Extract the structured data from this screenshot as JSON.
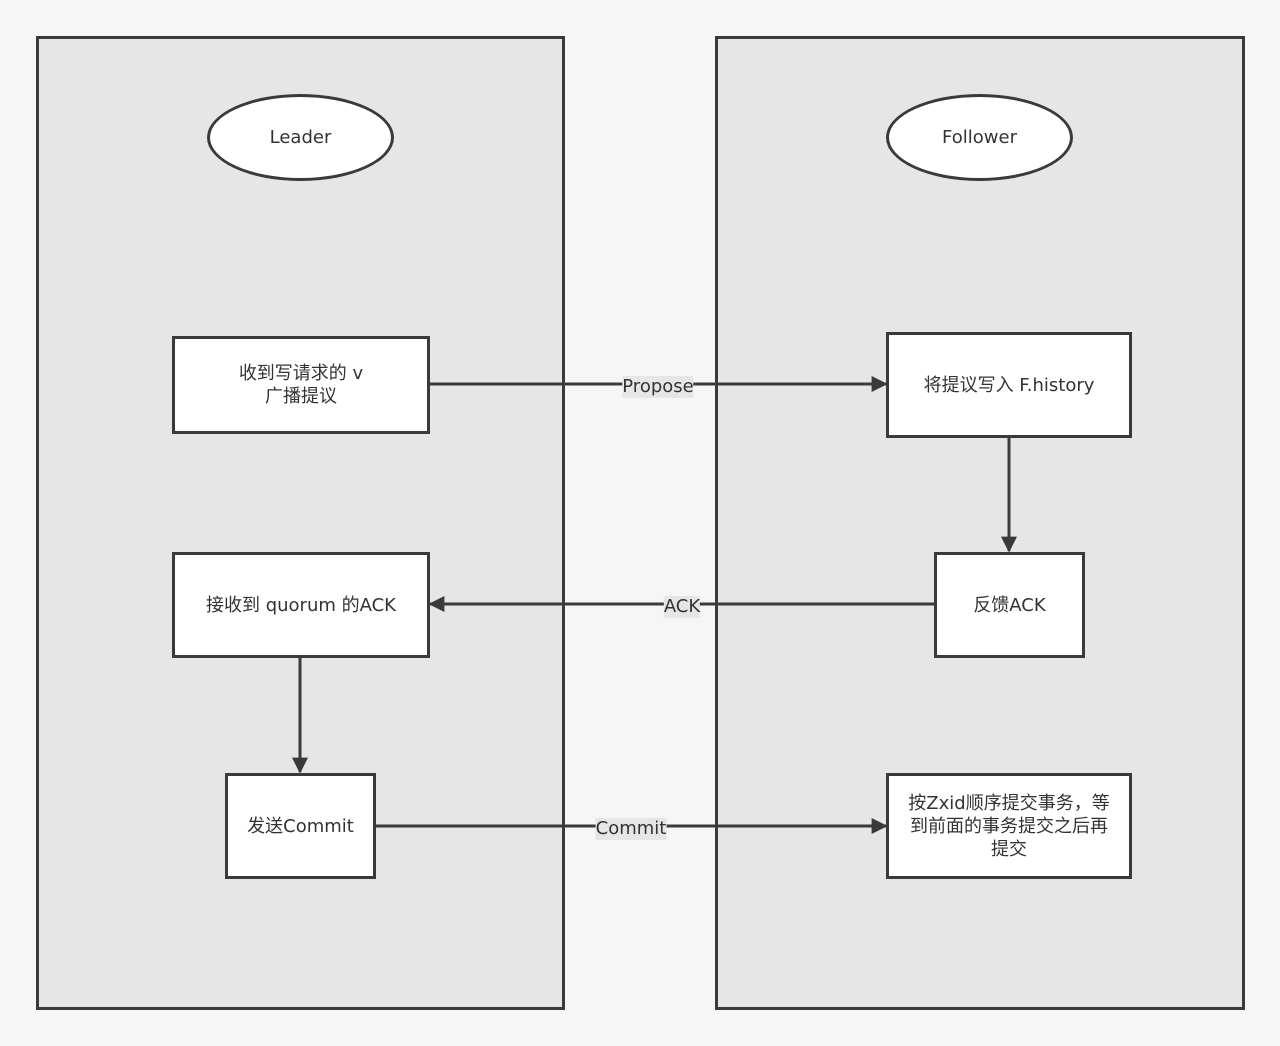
{
  "lanes": {
    "leader": {
      "title": "Leader"
    },
    "follower": {
      "title": "Follower"
    }
  },
  "nodes": {
    "receive_request": {
      "line1": "收到写请求的 v",
      "line2": "广播提议"
    },
    "receive_quorum_ack": {
      "label": "接收到 quorum 的ACK"
    },
    "send_commit": {
      "label": "发送Commit"
    },
    "write_history": {
      "label": "将提议写入 F.history"
    },
    "feedback_ack": {
      "label": "反馈ACK"
    },
    "commit_by_zxid": {
      "line1": "按Zxid顺序提交事务，等",
      "line2": "到前面的事务提交之后再",
      "line3": "提交"
    }
  },
  "edges": {
    "propose": "Propose",
    "ack": "ACK",
    "commit": "Commit"
  },
  "colors": {
    "background": "#f6f6f6",
    "lane_fill": "#e6e6e6",
    "stroke": "#3a3a3a",
    "node_fill": "#ffffff",
    "text": "#333333"
  }
}
